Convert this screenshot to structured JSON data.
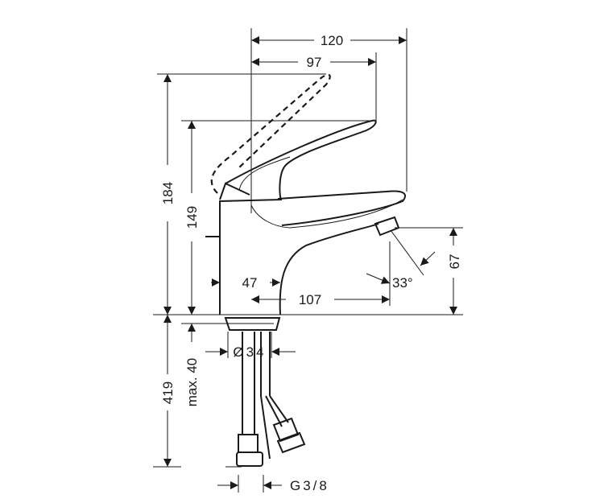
{
  "drawing": {
    "dimensions": {
      "width_total": "120",
      "lever_reach": "97",
      "height_lever_open": "184",
      "height_lever_closed": "149",
      "spout_height": "67",
      "spout_angle": "33°",
      "body_width": "47",
      "spout_projection": "107",
      "hole_diameter": "Ø34",
      "max_deck_thickness": "max. 40",
      "hose_length": "419",
      "connection_thread": "G3/8"
    },
    "line_color": "#1a1a1a",
    "background": "#ffffff"
  }
}
